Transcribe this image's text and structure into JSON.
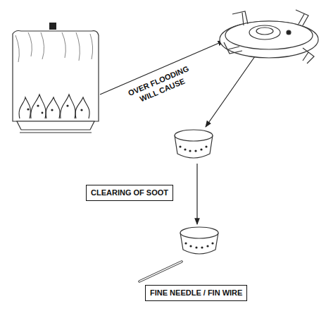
{
  "diagram": {
    "nodes": [
      {
        "text": [
          "CLEARING OF SOOT"
        ]
      },
      {
        "text": [
          "FINE NEEDLE / FIN WIRE"
        ]
      }
    ],
    "labels": [
      "OVER FLOODING WILL CAUSE"
    ]
  }
}
